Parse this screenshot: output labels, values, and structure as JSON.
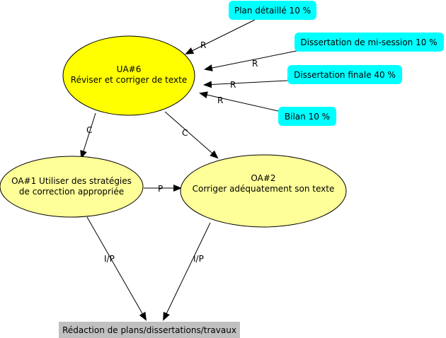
{
  "colors": {
    "ua_fill": "#ffff00",
    "oa_fill": "#ffff99",
    "eval_fill": "#00ffff",
    "product_fill": "#c0c0c0",
    "line": "#000000"
  },
  "nodes": {
    "ua6": {
      "line1": "UA#6",
      "line2": "Réviser et corriger de texte"
    },
    "oa1": {
      "line1": "OA#1 Utiliser des stratégies",
      "line2": "de correction appropriée"
    },
    "oa2": {
      "line1": "OA#2",
      "line2": "Corriger adéquatement son texte"
    },
    "plan": {
      "label": "Plan détaillé 10 %"
    },
    "mi_session": {
      "label": "Dissertation de mi-session 10 %"
    },
    "finale": {
      "label": "Dissertation finale 40 %"
    },
    "bilan": {
      "label": "Bilan 10 %"
    },
    "redaction": {
      "label": "Rédaction de plans/dissertations/travaux"
    }
  },
  "edges": {
    "plan_ua": "R",
    "mi_ua": "R",
    "finale_ua": "R",
    "bilan_ua": "R",
    "ua_oa1": "C",
    "ua_oa2": "C",
    "oa1_oa2": "P",
    "oa1_redaction": "I/P",
    "oa2_redaction": "I/P"
  }
}
